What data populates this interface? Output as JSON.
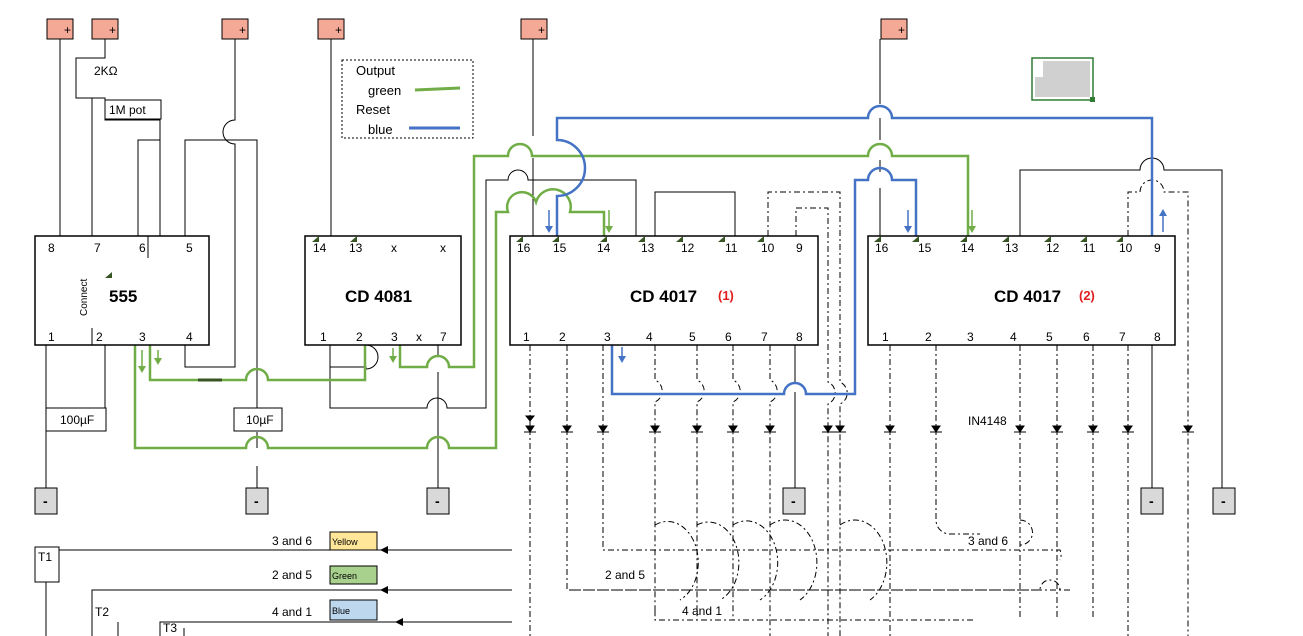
{
  "rails": {
    "plus_label": "+",
    "minus_label": "-",
    "plus_color": "#f4a896",
    "minus_color": "#d9d9d9"
  },
  "chips": {
    "timer": {
      "name": "555",
      "top_pins": [
        "8",
        "7",
        "6",
        "5"
      ],
      "bottom_pins": [
        "1",
        "2",
        "3",
        "4"
      ],
      "side_label": "Connect"
    },
    "and_gate": {
      "name": "CD 4081",
      "top_pins": [
        "14",
        "13",
        "x",
        "x"
      ],
      "bottom_pins": [
        "1",
        "2",
        "3",
        "x",
        "7"
      ]
    },
    "counter1": {
      "name": "CD 4017",
      "tag": "(1)",
      "top_pins": [
        "16",
        "15",
        "14",
        "13",
        "12",
        "11",
        "10",
        "9"
      ],
      "bottom_pins": [
        "1",
        "2",
        "3",
        "4",
        "5",
        "6",
        "7",
        "8"
      ]
    },
    "counter2": {
      "name": "CD 4017",
      "tag": "(2)",
      "top_pins": [
        "16",
        "15",
        "14",
        "13",
        "12",
        "11",
        "10",
        "9"
      ],
      "bottom_pins": [
        "1",
        "2",
        "3",
        "4",
        "5",
        "6",
        "7",
        "8"
      ]
    },
    "tag_color": "#e02020"
  },
  "components": {
    "r1": "2KΩ",
    "pot": "1M pot",
    "cap1": "100µF",
    "cap2": "10µF",
    "diode": "IN4148"
  },
  "legend": {
    "title": "Output",
    "green_label": "green",
    "reset_label": "Reset",
    "blue_label": "blue"
  },
  "wire_colors": {
    "output": "#70ad47",
    "reset": "#4472c4",
    "plain": "#000000"
  },
  "outputs": {
    "t1": "T1",
    "t2": "T2",
    "t3": "T3",
    "row1_label": "3 and 6",
    "row2_label": "2 and 5",
    "row3_label": "4 and 1",
    "yellow": "Yellow",
    "green": "Green",
    "blue": "Blue",
    "yellow_color": "#ffe699",
    "green_color": "#a9d18e",
    "blue_color": "#bdd7ee",
    "bus_label1": "3 and 6",
    "bus_label2": "2 and 5",
    "bus_label3": "4 and 1"
  }
}
